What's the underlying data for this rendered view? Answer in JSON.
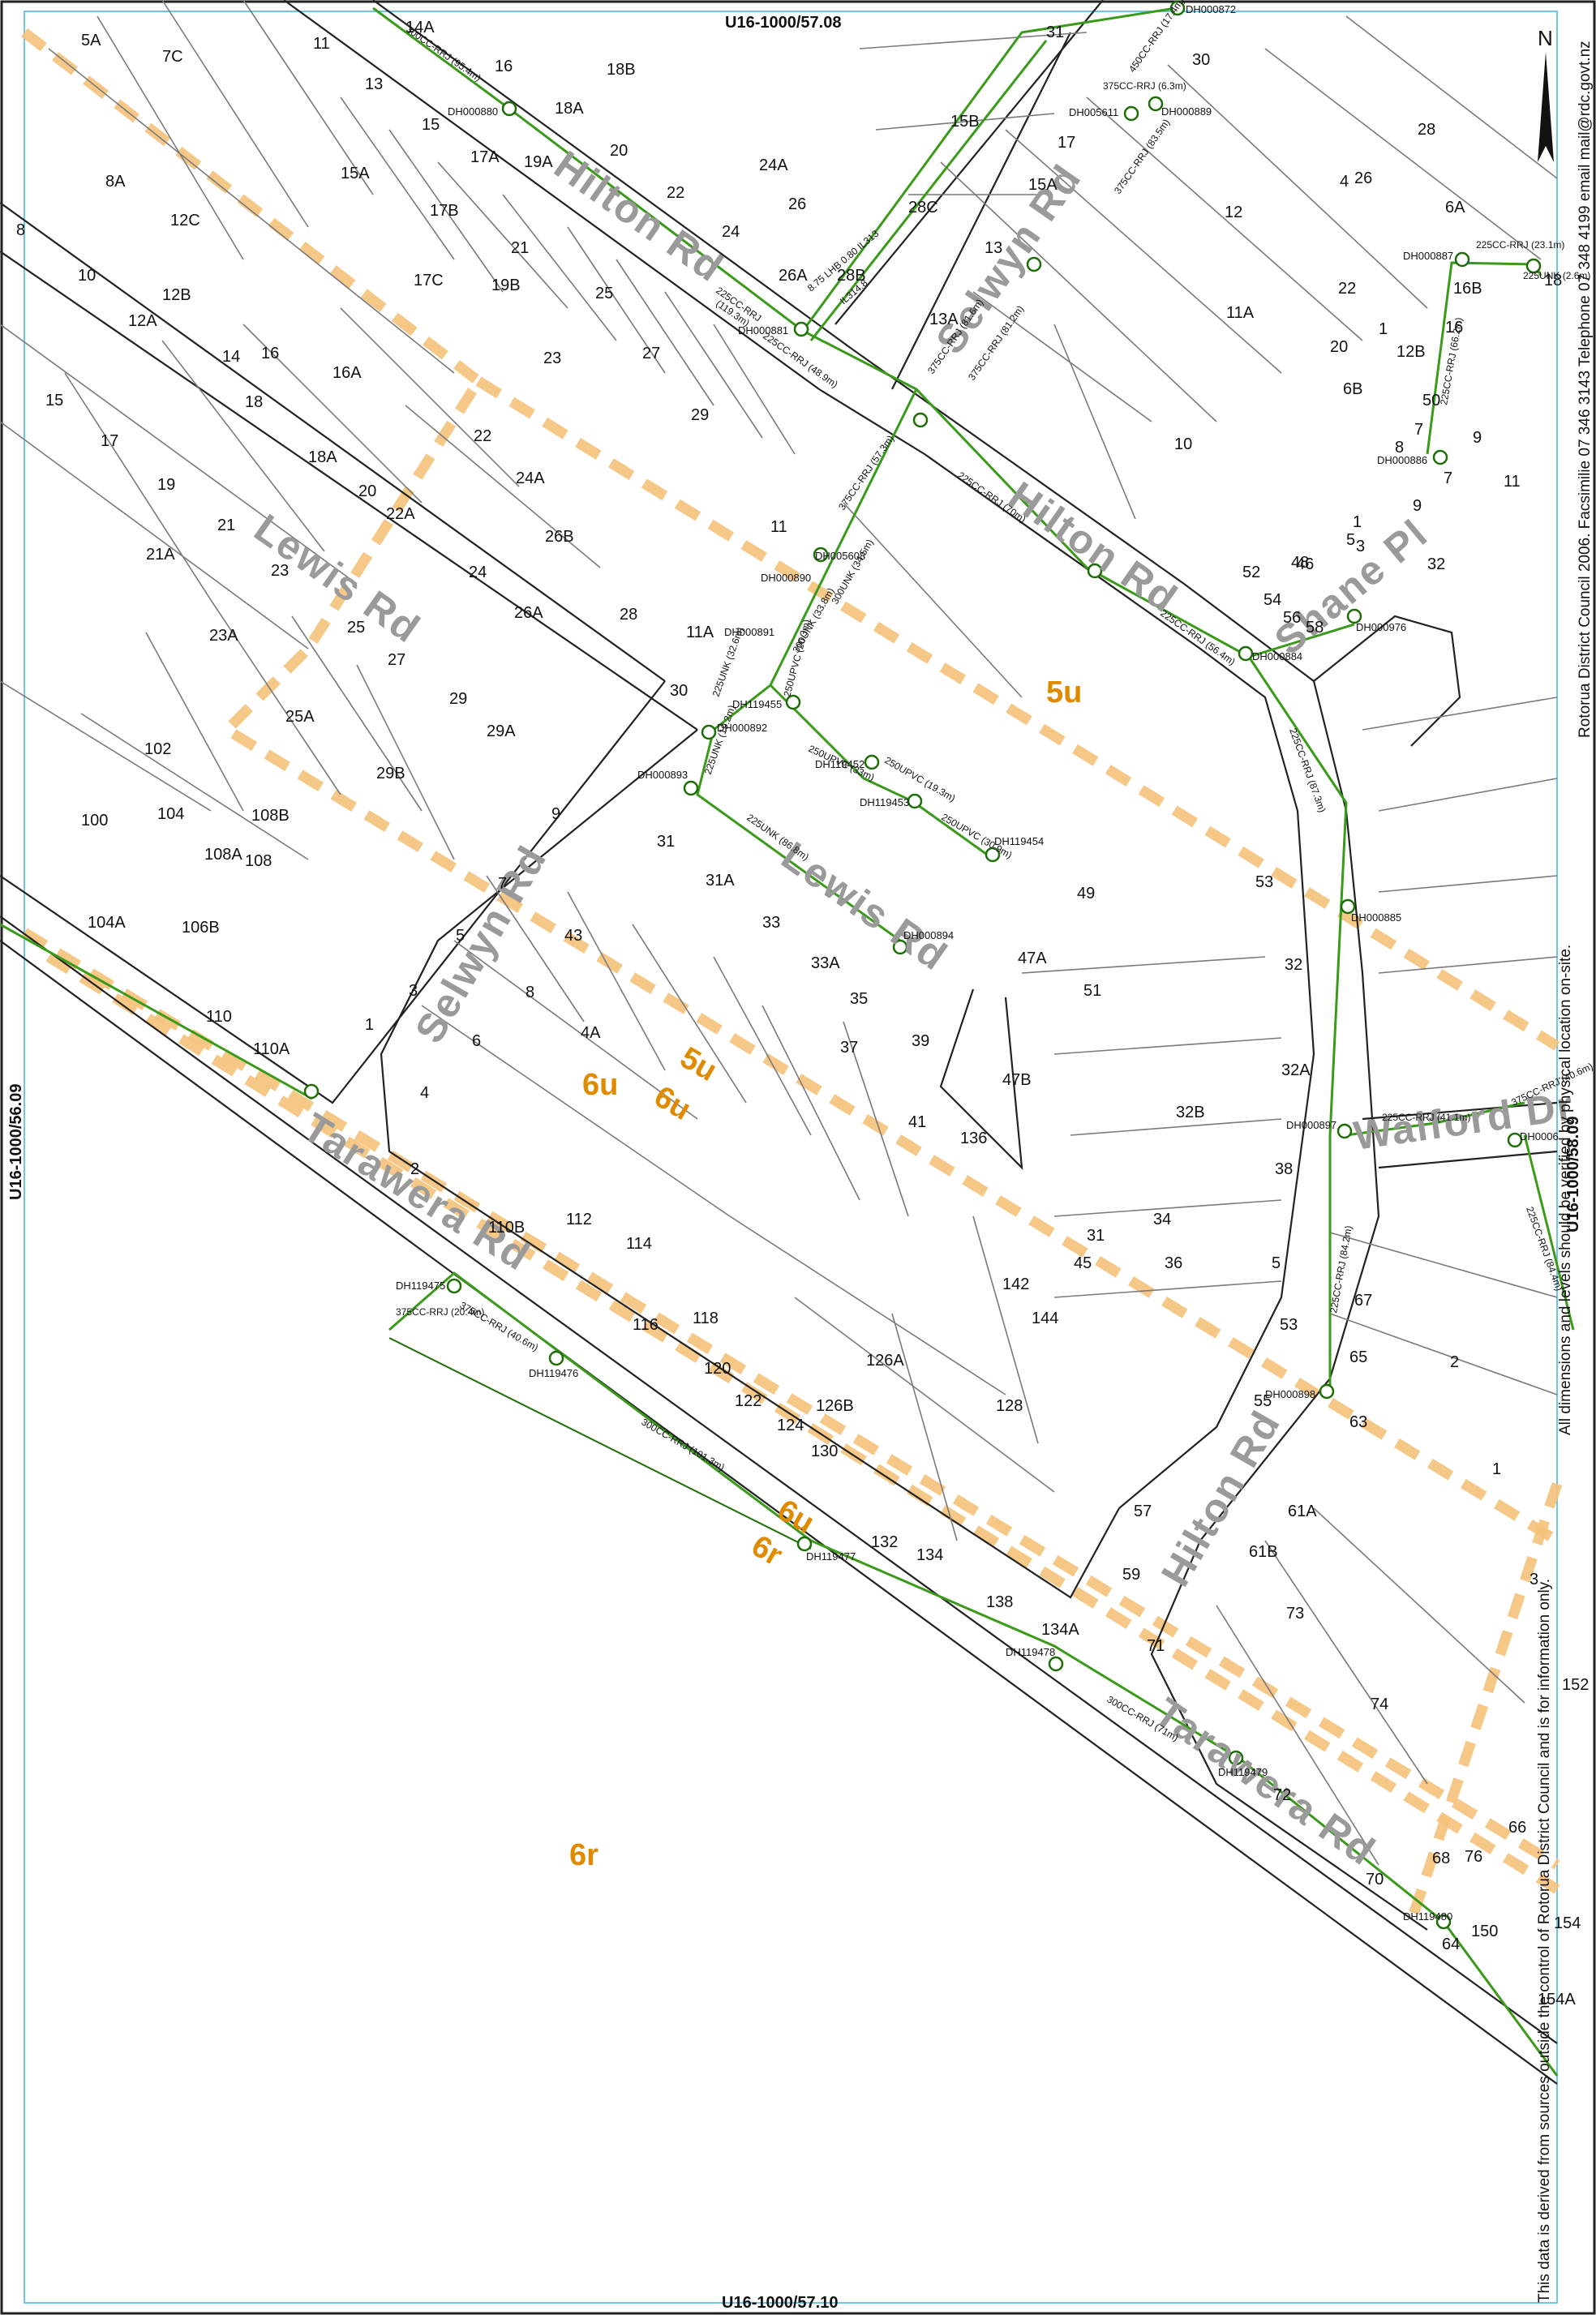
{
  "sheet_refs": {
    "top": "U16-1000/57.08",
    "bottom": "U16-1000/57.10",
    "left": "U16-1000/56.09",
    "right": "U16-1000/58.09"
  },
  "north_label": "N",
  "disclaimer": {
    "line1": "This data is derived from sources outside the control of Rotorua District Council and is for information only.",
    "line2": "All dimensions and levels should be verified by physical location on-site.",
    "line3": "Rotorua District Council 2006. Facsimilie 07 346 3143 Telephone 07 348 4199 email mail@rdc.govt.nz"
  },
  "roads": {
    "hilton_1": "Hilton Rd",
    "hilton_2": "Hilton Rd",
    "hilton_3": "Hilton Rd",
    "selwyn_1": "Selwyn Rd",
    "selwyn_2": "Selwyn Rd",
    "lewis_1": "Lewis Rd",
    "lewis_2": "Lewis Rd",
    "tarawera_1": "Tarawera Rd",
    "tarawera_2": "Tarawera Rd",
    "shane": "Shane Pl",
    "walford": "Walford Dr"
  },
  "zones": {
    "z5u_a": "5u",
    "z5u_b": "5u",
    "z6u_a": "6u",
    "z6u_b": "6u",
    "z6u_c": "6u",
    "z6r_a": "6r",
    "z6r_b": "6r"
  },
  "lots": [
    "5A",
    "7C",
    "11",
    "13",
    "14A",
    "16",
    "18B",
    "18A",
    "20",
    "22",
    "24",
    "24A",
    "26",
    "26A",
    "28B",
    "28C",
    "15B",
    "31",
    "17",
    "15A",
    "13A",
    "13",
    "30",
    "8A",
    "12C",
    "15",
    "17A",
    "19A",
    "15A",
    "17B",
    "21",
    "23",
    "17C",
    "19B",
    "25",
    "27",
    "29",
    "8",
    "10",
    "12B",
    "12A",
    "14",
    "16",
    "16A",
    "18",
    "18A",
    "20",
    "22A",
    "22",
    "24A",
    "26B",
    "24",
    "26A",
    "28",
    "30",
    "11",
    "11A",
    "15",
    "17",
    "19",
    "21",
    "21A",
    "23",
    "23A",
    "25",
    "27",
    "25A",
    "29",
    "29A",
    "29B",
    "102",
    "104",
    "100",
    "108B",
    "108A",
    "108",
    "104A",
    "106B",
    "110",
    "110A",
    "9",
    "7",
    "5",
    "3",
    "1",
    "31",
    "31A",
    "33",
    "33A",
    "35",
    "37",
    "39",
    "41",
    "43",
    "8",
    "4A",
    "6",
    "4",
    "2",
    "110B",
    "112",
    "114",
    "116",
    "118",
    "120",
    "122",
    "124",
    "126B",
    "126A",
    "128",
    "130",
    "132",
    "134",
    "138",
    "134A",
    "136",
    "142",
    "144",
    "45",
    "47B",
    "47A",
    "49",
    "51",
    "53",
    "32",
    "32A",
    "32B",
    "31",
    "34",
    "36",
    "38",
    "5",
    "53",
    "55",
    "57",
    "59",
    "61B",
    "61A",
    "63",
    "65",
    "67",
    "71",
    "73",
    "74",
    "72",
    "70",
    "68",
    "66",
    "64",
    "76",
    "150",
    "152",
    "154",
    "154A",
    "2",
    "1",
    "3",
    "5",
    "7",
    "9",
    "11A",
    "10",
    "12",
    "12B",
    "16",
    "18",
    "20",
    "22",
    "16B",
    "26",
    "28",
    "4",
    "6A",
    "6B",
    "8",
    "7",
    "9",
    "11",
    "1",
    "46",
    "48",
    "50",
    "52",
    "54",
    "56",
    "58",
    "1",
    "3",
    "32"
  ],
  "manholes": {
    "dh000880": "DH000880",
    "dh000881": "DH000881",
    "dh000872": "DH000872",
    "dh005611": "DH005611",
    "dh000889": "DH000889",
    "dh005608": "DH005608",
    "dh000890": "DH000890",
    "dh000891": "DH000891",
    "dh119455": "DH119455",
    "dh000892": "DH000892",
    "dh000893": "DH000893",
    "dh119452": "DH119452",
    "dh119453": "DH119453",
    "dh119454": "DH119454",
    "dh000894": "DH000894",
    "dh000884": "DH000884",
    "dh000976": "DH000976",
    "dh000885": "DH000885",
    "dh000886": "DH000886",
    "dh000887": "DH000887",
    "dh000897": "DH000897",
    "dh000898": "DH000898",
    "dh119475": "DH119475",
    "dh119476": "DH119476",
    "dh119477": "DH119477",
    "dh119478": "DH119478",
    "dh119479": "DH119479",
    "dh119480": "DH119480",
    "dh0006": "DH0006"
  },
  "pipes": {
    "p1": "300CC-RRJ (95.4m)",
    "p2": "225CC-RRJ",
    "p2b": "(119.3m)",
    "p3": "225CC-RRJ (48.9m)",
    "p4": "8.75 LHB 0.80 IL313",
    "p5": "IL314.8",
    "p6": "375CC-RRJ (81.6m)",
    "p7": "375CC-RRJ (81.2m)",
    "p8": "375CC-RRJ (57.3m)",
    "p9": "225CC-RRJ (70m)",
    "p10": "375CC-RRJ (6.3m)",
    "p11": "450CC-RRJ (17.4m)",
    "p12": "375CC-RRJ (83.5m)",
    "p13": "300UNK (34.5m)",
    "p14": "300UNK (33.8m)",
    "p15": "250UPVC (20.3m)",
    "p16": "225UNK (32.6m)",
    "p17": "225UNK (19.2m)",
    "p18": "250UPVC (33m)",
    "p19": "250UPVC (19.3m)",
    "p20": "250UPVC (30.9m)",
    "p21": "225UNK (86.8m)",
    "p22": "225CC-RRJ (56.4m)",
    "p23": "225CC-RRJ (87.3m)",
    "p24": "225CC-RRJ (23.1m)",
    "p25": "225UNK (2.6m)",
    "p26": "225CC-RRJ (66.2m)",
    "p27": "225CC-RRJ (41.1m)",
    "p28": "375CC-RRJ (40.6m)",
    "p29": "225CC-RRJ (84.2m)",
    "p30": "375CC-RRJ (20.4m)",
    "p31": "375CC-RRJ (40.6m)",
    "p32": "300CC-RRJ (101.3m)",
    "p33": "300CC-RRJ (71m)",
    "p34": "225CC-RRJ (84.4m)"
  }
}
